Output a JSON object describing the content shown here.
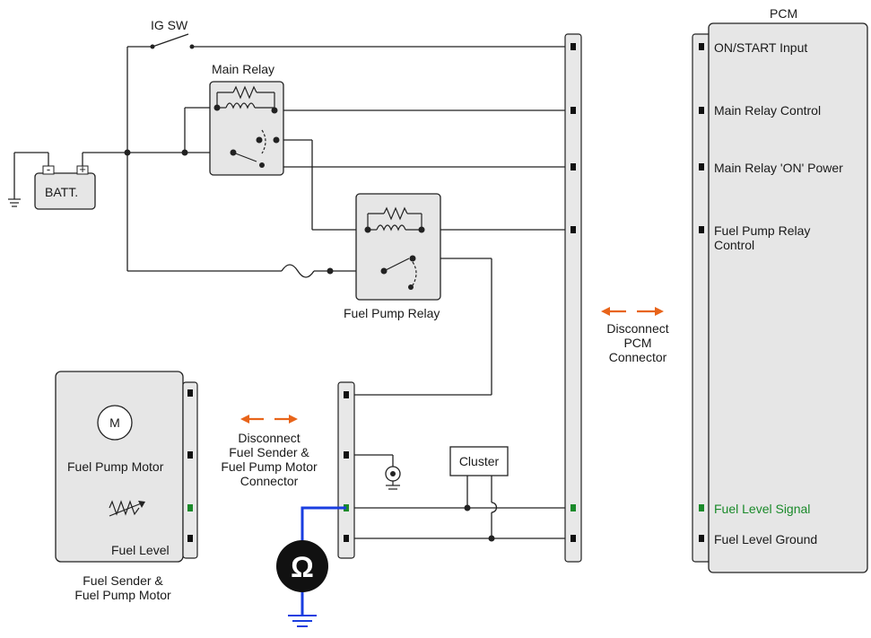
{
  "colors": {
    "wire": "#222222",
    "component_fill": "#e6e6e6",
    "connector_fill": "#e8e8e8",
    "measure_wire": "#1a3ee0",
    "arrow": "#e8641a",
    "signal_green": "#1a8a2a",
    "meter_fill": "#111111"
  },
  "labels": {
    "ig_sw": "IG SW",
    "main_relay": "Main Relay",
    "batt": "BATT.",
    "batt_minus": "-",
    "batt_plus": "+",
    "fuel_pump_relay": "Fuel Pump Relay",
    "pcm": "PCM",
    "cluster": "Cluster",
    "motor_symbol": "M",
    "fuel_pump_motor": "Fuel Pump Motor",
    "fuel_level": "Fuel Level",
    "ohm_symbol": "Ω"
  },
  "module_caption": [
    "Fuel Sender &",
    "Fuel Pump Motor"
  ],
  "disconnect_pcm": [
    "Disconnect",
    "PCM",
    "Connector"
  ],
  "disconnect_sender": [
    "Disconnect",
    "Fuel Sender &",
    "Fuel Pump Motor",
    "Connector"
  ],
  "pcm_pins": {
    "on_start": "ON/START Input",
    "main_relay_control": "Main Relay Control",
    "main_relay_on_power": "Main Relay 'ON' Power",
    "fuel_pump_relay_control": [
      "Fuel Pump Relay",
      "Control"
    ],
    "fuel_level_signal": "Fuel Level Signal",
    "fuel_level_ground": "Fuel Level Ground"
  }
}
